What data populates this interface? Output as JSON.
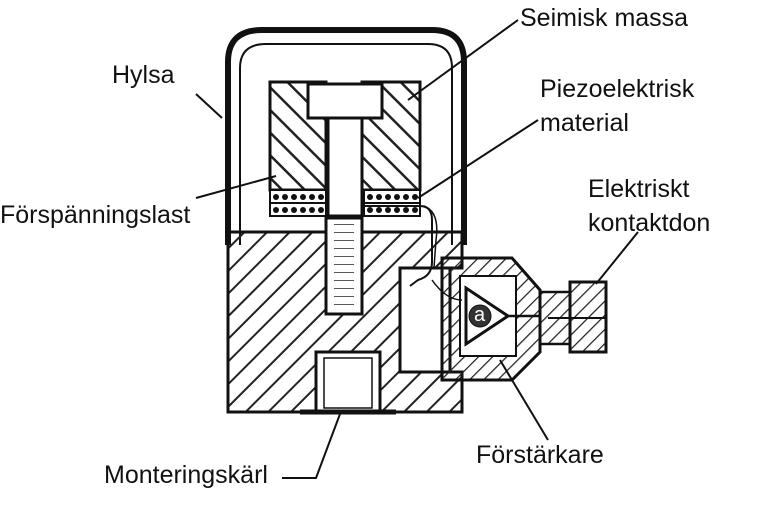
{
  "labels": {
    "hylsa": "Hylsa",
    "seimisk_massa": "Seimisk massa",
    "piezo_line1": "Piezoelektrisk",
    "piezo_line2": "material",
    "forspanningslast": "Förspänningslast",
    "elektriskt_line1": "Elektriskt",
    "elektriskt_line2": "kontaktdon",
    "monteringskarl": "Monteringskärl",
    "forstarkare": "Förstärkare",
    "amp_symbol": "a"
  },
  "colors": {
    "ink": "#111111",
    "hatch": "#222222",
    "background": "#ffffff"
  }
}
